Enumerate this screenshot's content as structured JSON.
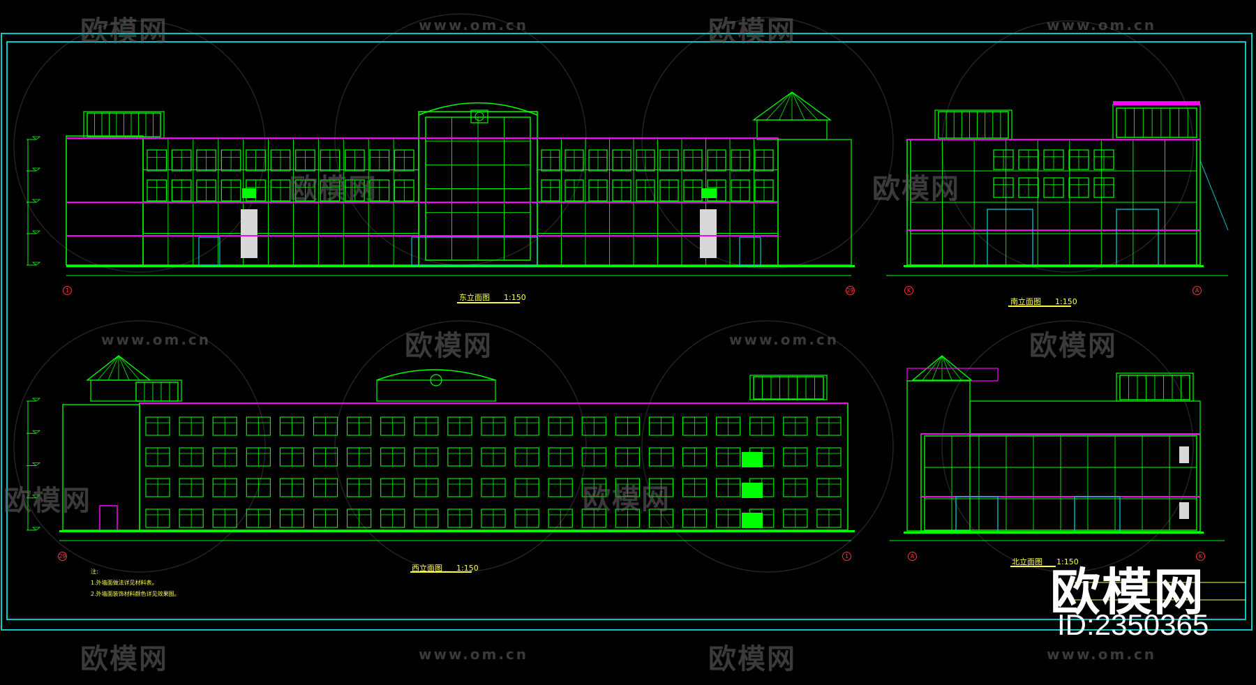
{
  "watermark": {
    "logo_text": "欧模网",
    "url_text": "www.om.cn"
  },
  "brand": {
    "logo_text": "欧模网",
    "id_text": "ID:2350365"
  },
  "drawings": [
    {
      "title": "东立面图",
      "scale": "1:150",
      "axis_left": "1",
      "axis_right": "29"
    },
    {
      "title": "南立面图",
      "scale": "1:150",
      "axis_left": "K",
      "axis_right": "A"
    },
    {
      "title": "西立面图",
      "scale": "1:150",
      "axis_left": "29",
      "axis_right": "1"
    },
    {
      "title": "北立面图",
      "scale": "1:150",
      "axis_left": "A",
      "axis_right": "K"
    }
  ],
  "notes": {
    "heading": "注:",
    "items": [
      "1.外墙面做法详见材料表。",
      "2.外墙面装饰材料颜色详见效果图。"
    ]
  },
  "colors": {
    "background": "#000000",
    "frame": "#00cccc",
    "structure": "#00ff00",
    "accent": "#ff00ff",
    "glass": "#00cccc",
    "annotation": "#ffff55",
    "axis": "#ff3333"
  }
}
